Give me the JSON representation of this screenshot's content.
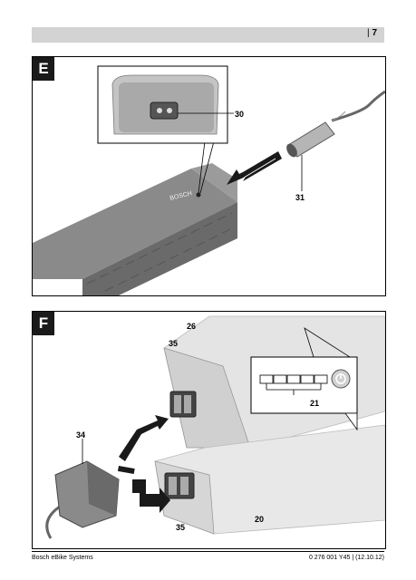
{
  "header": {
    "page_number": "7"
  },
  "panel_e": {
    "letter": "E",
    "callouts": {
      "charger_socket": "30",
      "charger_plug": "31"
    },
    "battery_brand": "BOSCH"
  },
  "panel_f": {
    "letter": "F",
    "callouts": {
      "battery_top": "26",
      "contacts_top": "35",
      "plug": "34",
      "indicator": "21",
      "battery_bottom": "20",
      "contacts_bottom": "35"
    }
  },
  "footer": {
    "left": "Bosch eBike Systems",
    "right": "0 276 001 Y45 | (12.10.12)"
  },
  "colors": {
    "header_bar": "#d3d3d3",
    "panel_letter_bg": "#1a1a1a",
    "battery_dark": "#6e6e6e",
    "battery_light": "#e6e6e6"
  }
}
